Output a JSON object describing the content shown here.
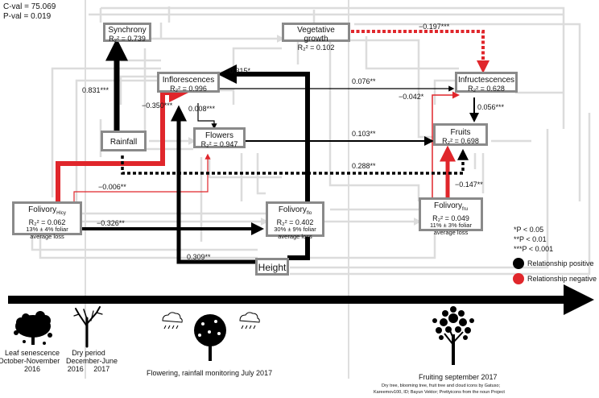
{
  "stats": {
    "c_label": "C-val = 75.069",
    "p_label": "P-val = 0.019"
  },
  "nodes": {
    "synchrony": {
      "name": "Synchrony",
      "stat": "R₂² = 0.739"
    },
    "vegetative": {
      "name": "Vegetative growth",
      "stat": "R₂² = 0.102"
    },
    "inflorescences": {
      "name": "Inflorescences",
      "stat": "R₂² = 0.996"
    },
    "infructescences": {
      "name": "Infructescences",
      "stat": "R₂² = 0.628"
    },
    "flowers": {
      "name": "Flowers",
      "stat": "R₂² = 0.947"
    },
    "fruits": {
      "name": "Fruits",
      "stat": "R₂² = 0.698"
    },
    "rainfall": {
      "name": "Rainfall"
    },
    "folivory_hlcy": {
      "name": "Folivory",
      "sub": "Hlcy",
      "stat": "R₂² = 0.062",
      "extra": "13% ± 4% foliar average loss"
    },
    "folivory_flo": {
      "name": "Folivory",
      "sub": "flo",
      "stat": "R₂² = 0.402",
      "extra": "30% ± 9% foliar average loss"
    },
    "folivory_fru": {
      "name": "Folivory",
      "sub": "fru",
      "stat": "R₂² = 0.049",
      "extra": "11% ± 3% foliar average loss"
    },
    "height": {
      "name": "Height"
    }
  },
  "coefficients": {
    "rain_sync": "0.831***",
    "height_infl_top": "0.315*",
    "infl_infr": "0.076**",
    "veg_infr": "−0.197***",
    "hlcy_infl": "−0.350***",
    "infl_flow": "0.008***",
    "infr_fruit": "0.056***",
    "fru_infr": "−0.042*",
    "flow_fruit": "0.103**",
    "rain_fruit": "0.288**",
    "hlcy_flow": "−0.006**",
    "fru_fruit": "−0.147**",
    "hlcy_flo": "−0.326**",
    "height_infl": "0.309**"
  },
  "legend": {
    "p1": "*P < 0.05",
    "p2": "**P < 0.01",
    "p3": "***P < 0.001",
    "positive": "Relationship positive",
    "negative": "Relationship negative",
    "positive_color": "#000000",
    "negative_color": "#e0262b"
  },
  "timeline": {
    "leaf": {
      "line1": "Leaf senescence",
      "line2": "October-November",
      "line3": "2016"
    },
    "dry": {
      "line1": "Dry period",
      "line2": "December-June",
      "line3a": "2016",
      "line3b": "2017"
    },
    "flowering": "Flowering, rainfall monitoring July 2017",
    "fruiting": "Fruiting september 2017",
    "credit1": "Dry tree, blooming tree, fruit tree and cloud icons by Gatuso;",
    "credit2": "Kareemov100, ID; Bayun Vektor; Prettyicons from the noun Project"
  }
}
